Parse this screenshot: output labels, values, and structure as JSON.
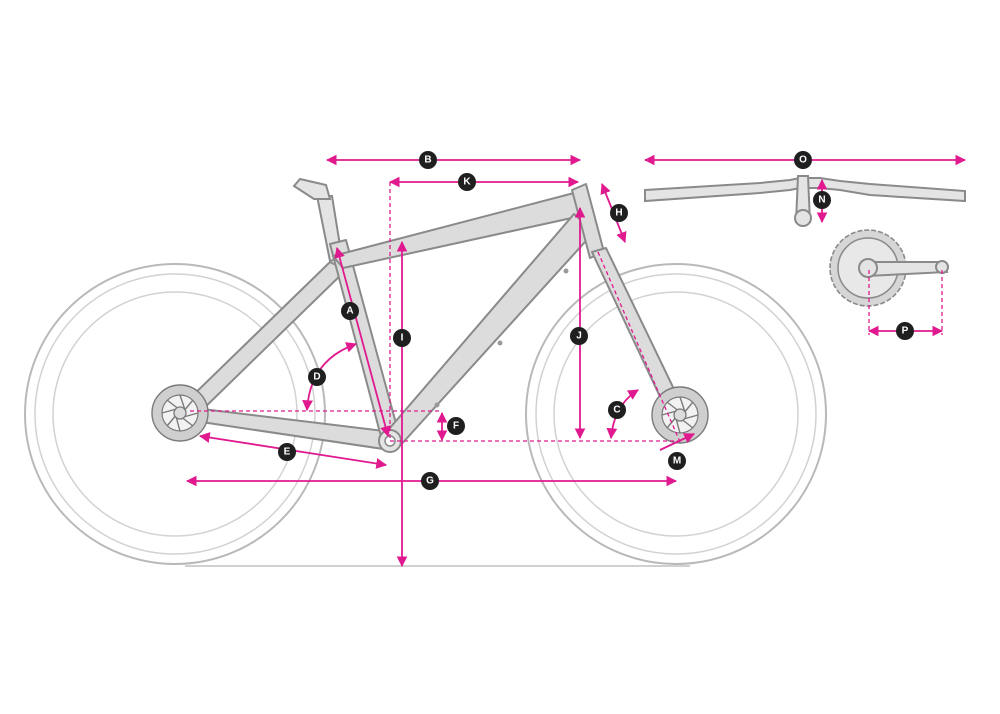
{
  "diagram": {
    "accent_color": "#e0198f",
    "badge_color": "#1f1f1f",
    "frame_color": "#dcdcdc",
    "labels": {
      "A": "A",
      "B": "B",
      "C": "C",
      "D": "D",
      "E": "E",
      "F": "F",
      "G": "G",
      "H": "H",
      "I": "I",
      "J": "J",
      "K": "K",
      "M": "M",
      "N": "N",
      "O": "O",
      "P": "P"
    }
  }
}
